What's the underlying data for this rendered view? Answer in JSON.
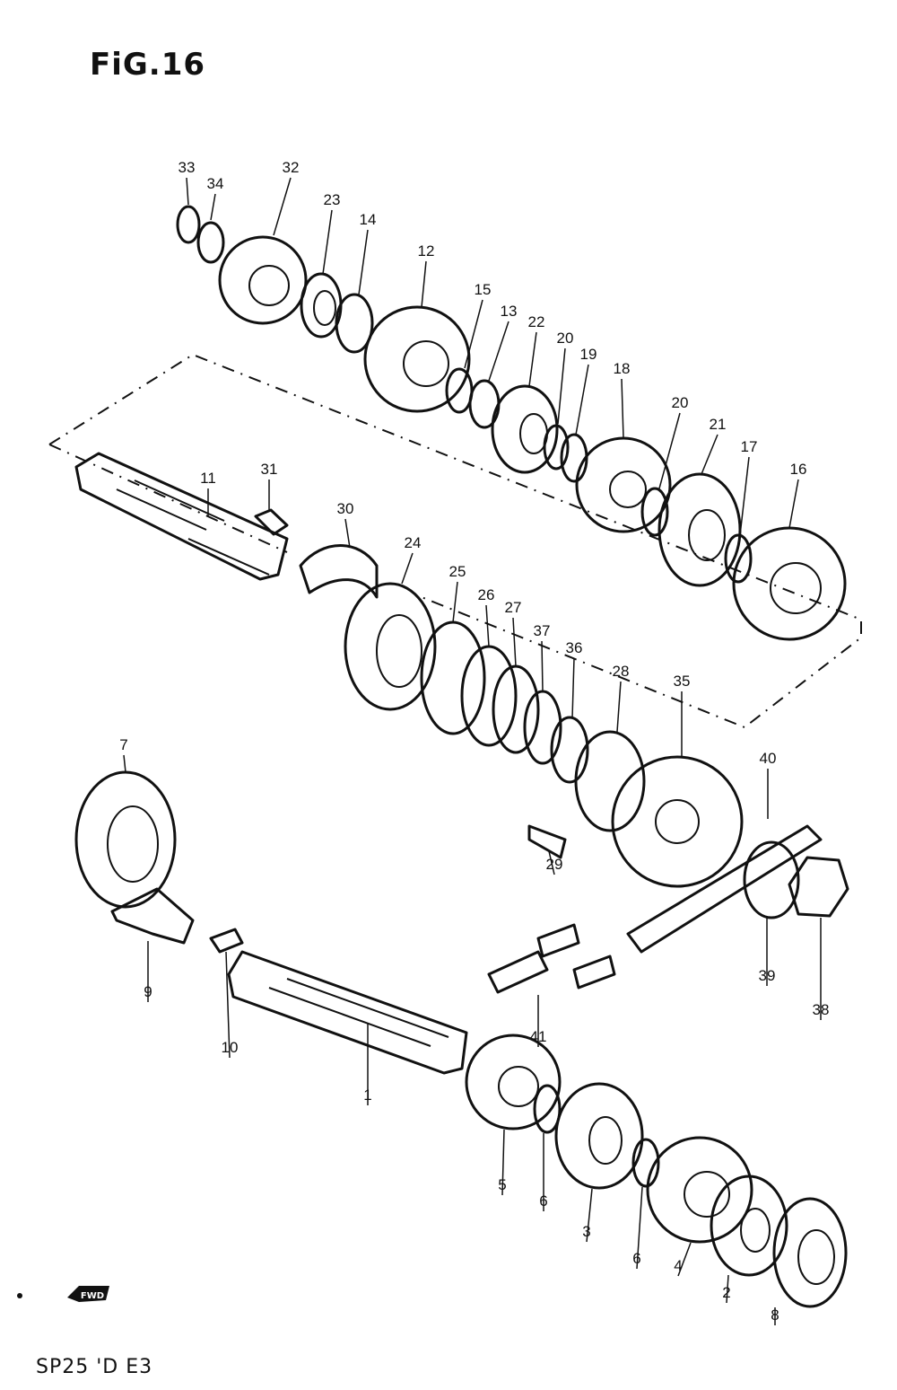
{
  "figure": {
    "title": "FiG.16",
    "footer_code": "SP25 'D E3",
    "direction_marker": "FWD"
  },
  "callouts": [
    {
      "id": "33",
      "text": "33"
    },
    {
      "id": "34",
      "text": "34"
    },
    {
      "id": "32",
      "text": "32"
    },
    {
      "id": "23",
      "text": "23"
    },
    {
      "id": "14",
      "text": "14"
    },
    {
      "id": "12",
      "text": "12"
    },
    {
      "id": "15",
      "text": "15"
    },
    {
      "id": "13",
      "text": "13"
    },
    {
      "id": "22",
      "text": "22"
    },
    {
      "id": "20a",
      "text": "20"
    },
    {
      "id": "19",
      "text": "19"
    },
    {
      "id": "18",
      "text": "18"
    },
    {
      "id": "20b",
      "text": "20"
    },
    {
      "id": "21",
      "text": "21"
    },
    {
      "id": "17",
      "text": "17"
    },
    {
      "id": "16",
      "text": "16"
    },
    {
      "id": "11",
      "text": "11"
    },
    {
      "id": "31",
      "text": "31"
    },
    {
      "id": "30",
      "text": "30"
    },
    {
      "id": "24",
      "text": "24"
    },
    {
      "id": "25",
      "text": "25"
    },
    {
      "id": "26",
      "text": "26"
    },
    {
      "id": "27",
      "text": "27"
    },
    {
      "id": "37",
      "text": "37"
    },
    {
      "id": "36",
      "text": "36"
    },
    {
      "id": "28",
      "text": "28"
    },
    {
      "id": "35",
      "text": "35"
    },
    {
      "id": "40",
      "text": "40"
    },
    {
      "id": "7",
      "text": "7"
    },
    {
      "id": "29",
      "text": "29"
    },
    {
      "id": "9",
      "text": "9"
    },
    {
      "id": "10",
      "text": "10"
    },
    {
      "id": "41",
      "text": "41"
    },
    {
      "id": "39",
      "text": "39"
    },
    {
      "id": "38",
      "text": "38"
    },
    {
      "id": "1",
      "text": "1"
    },
    {
      "id": "5",
      "text": "5"
    },
    {
      "id": "6a",
      "text": "6"
    },
    {
      "id": "3",
      "text": "3"
    },
    {
      "id": "6b",
      "text": "6"
    },
    {
      "id": "4",
      "text": "4"
    },
    {
      "id": "2",
      "text": "2"
    },
    {
      "id": "8",
      "text": "8"
    }
  ]
}
